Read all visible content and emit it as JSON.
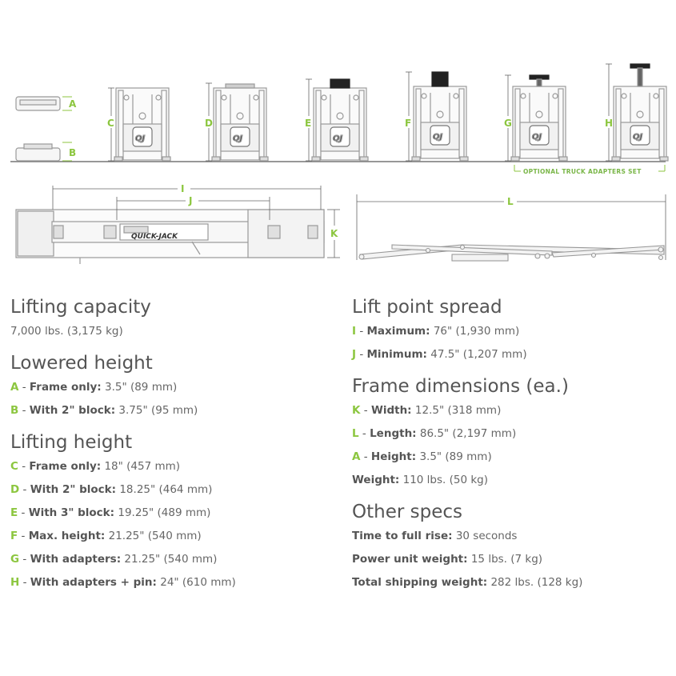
{
  "diagram": {
    "letters": {
      "A": "A",
      "B": "B",
      "C": "C",
      "D": "D",
      "E": "E",
      "F": "F",
      "G": "G",
      "H": "H",
      "I": "I",
      "J": "J",
      "K": "K",
      "L": "L"
    },
    "optional_adapters_label": "OPTIONAL TRUCK ADAPTERS SET",
    "logo_text": "QUICK-JACK",
    "qj_mark": "QJ",
    "line_color": "#9a9a9a",
    "accent_color": "#8cc63f"
  },
  "left": {
    "capacity": {
      "title": "Lifting capacity",
      "text": "7,000 lbs. (3,175 kg)"
    },
    "lowered": {
      "title": "Lowered height",
      "rows": [
        {
          "letter": "A",
          "label": "Frame only:",
          "value": "3.5\" (89 mm)"
        },
        {
          "letter": "B",
          "label": "With 2\" block:",
          "value": "3.75\" (95 mm)"
        }
      ]
    },
    "lifting": {
      "title": "Lifting height",
      "rows": [
        {
          "letter": "C",
          "label": "Frame only:",
          "value": "18\" (457 mm)"
        },
        {
          "letter": "D",
          "label": "With 2\" block:",
          "value": "18.25\" (464 mm)"
        },
        {
          "letter": "E",
          "label": "With 3\" block:",
          "value": "19.25\" (489 mm)"
        },
        {
          "letter": "F",
          "label": "Max. height:",
          "value": "21.25\" (540 mm)"
        },
        {
          "letter": "G",
          "label": "With adapters:",
          "value": "21.25\" (540 mm)"
        },
        {
          "letter": "H",
          "label": "With adapters + pin:",
          "value": "24\" (610 mm)"
        }
      ]
    }
  },
  "right": {
    "spread": {
      "title": "Lift point spread",
      "rows": [
        {
          "letter": "I",
          "label": "Maximum:",
          "value": "76\" (1,930 mm)"
        },
        {
          "letter": "J",
          "label": "Minimum:",
          "value": "47.5\" (1,207 mm)"
        }
      ]
    },
    "frame": {
      "title": "Frame dimensions (ea.)",
      "rows": [
        {
          "letter": "K",
          "label": "Width:",
          "value": "12.5\" (318 mm)"
        },
        {
          "letter": "L",
          "label": "Length:",
          "value": "86.5\" (2,197 mm)"
        },
        {
          "letter": "A",
          "label": "Height:",
          "value": "3.5\" (89 mm)"
        }
      ],
      "weight": {
        "label": "Weight:",
        "value": "110 lbs. (50 kg)"
      }
    },
    "other": {
      "title": "Other specs",
      "rows": [
        {
          "label": "Time to full rise:",
          "value": "30 seconds"
        },
        {
          "label": "Power unit weight:",
          "value": "15 lbs. (7 kg)"
        },
        {
          "label": "Total shipping weight:",
          "value": "282 lbs. (128 kg)"
        }
      ]
    }
  }
}
